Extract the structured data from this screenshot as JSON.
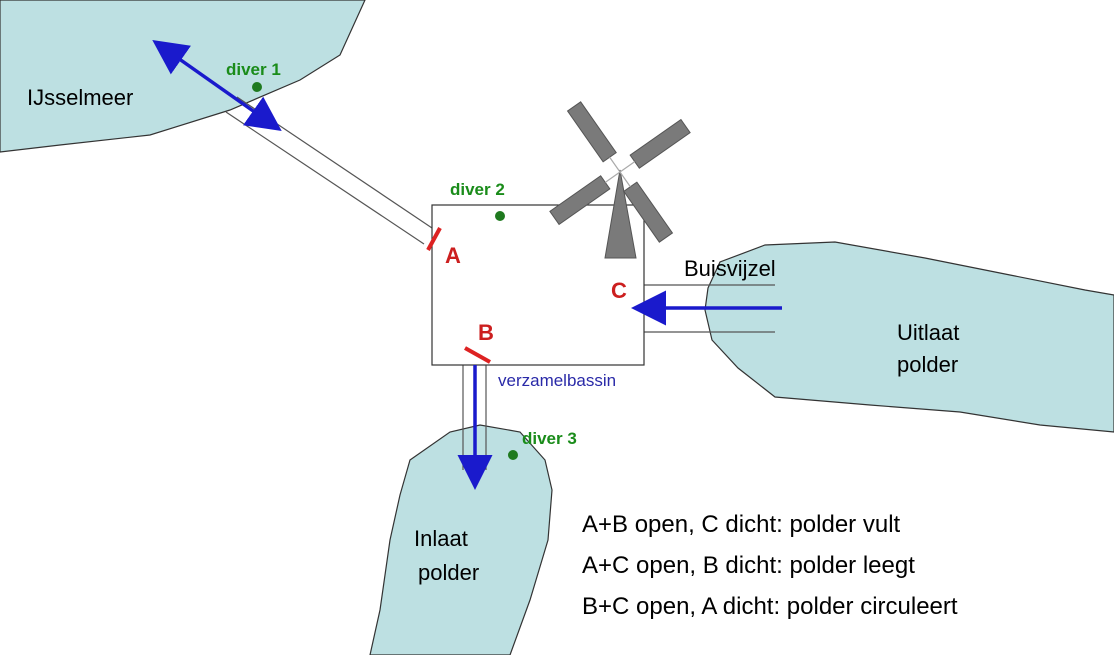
{
  "colors": {
    "water": "#bde0e2",
    "water_outline": "#333333",
    "arrow": "#1a1acc",
    "valve": "#dd2222",
    "diver": "#1f7a1f",
    "mill": "#7a7a7a"
  },
  "water_bodies": {
    "ijsselmeer": "IJsselmeer",
    "outlet_line1": "Uitlaat",
    "outlet_line2": "polder",
    "inlet_line1": "Inlaat",
    "inlet_line2": "polder"
  },
  "divers": {
    "d1": "diver 1",
    "d2": "diver 2",
    "d3": "diver 3"
  },
  "valves": {
    "a": "A",
    "b": "B",
    "c": "C"
  },
  "labels": {
    "buisvijzel": "Buisvijzel",
    "verzamelbassin": "verzamelbassin"
  },
  "legend": [
    "A+B open, C dicht: polder vult",
    "A+C open, B dicht: polder leegt",
    "B+C open, A dicht: polder circuleert"
  ]
}
